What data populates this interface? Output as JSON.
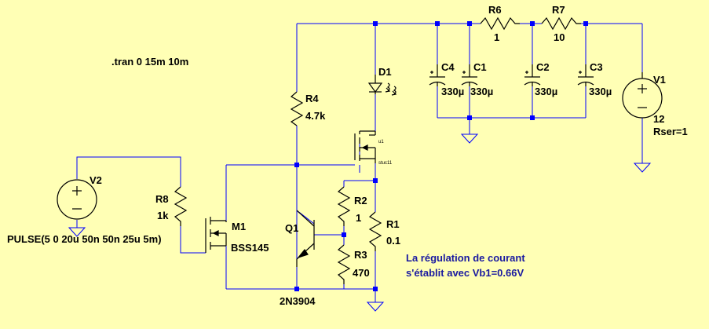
{
  "directive": ".tran 0 15m 10m",
  "note": {
    "line1": "La régulation de courant",
    "line2": "s'établit avec Vb1=0.66V"
  },
  "components": {
    "R6": {
      "ref": "R6",
      "value": "1"
    },
    "R7": {
      "ref": "R7",
      "value": "10"
    },
    "R4": {
      "ref": "R4",
      "value": "4.7k"
    },
    "R8": {
      "ref": "R8",
      "value": "1k"
    },
    "R2": {
      "ref": "R2",
      "value": "1"
    },
    "R3": {
      "ref": "R3",
      "value": "470"
    },
    "R1": {
      "ref": "R1",
      "value": "0.1"
    },
    "C4": {
      "ref": "C4",
      "value": "330µ"
    },
    "C1": {
      "ref": "C1",
      "value": "330µ"
    },
    "C2": {
      "ref": "C2",
      "value": "330µ"
    },
    "C3": {
      "ref": "C3",
      "value": "330µ"
    },
    "V1": {
      "ref": "V1",
      "value": "12",
      "extra": "Rser=1"
    },
    "V2": {
      "ref": "V2",
      "value": "PULSE(5 0 20u 50n 50n 25u 5m)"
    },
    "D1": {
      "ref": "D1"
    },
    "M1": {
      "ref": "M1",
      "value": "BSS145"
    },
    "Q1": {
      "ref": "Q1",
      "value": "2N3904"
    },
    "U1": {
      "ref": "u1",
      "value": "stuc11"
    }
  },
  "colors": {
    "background": "#ffffb5",
    "wire": "#0000ff",
    "component": "#000000",
    "junction": "#0000ff",
    "note": "#1a1aa0"
  }
}
